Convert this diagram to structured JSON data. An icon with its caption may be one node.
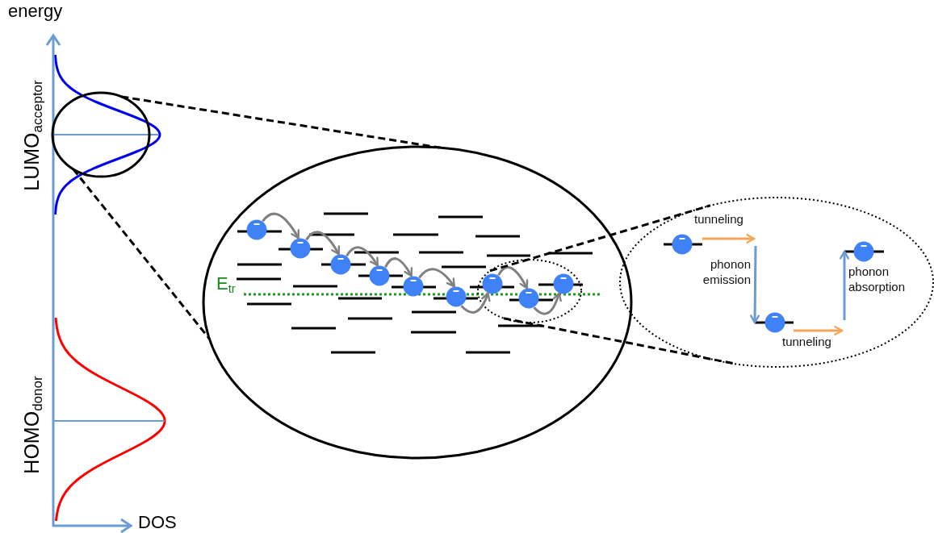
{
  "diagram": {
    "nodes": [
      {
        "text": [],
        "shape": "circle"
      },
      {
        "text": [],
        "shape": "circle"
      },
      {
        "text": [],
        "shape": "circle",
        "in": 1
      },
      {
        "text": [],
        "shape": "circle",
        "in": 1
      },
      {
        "text": [],
        "shape": "circle",
        "in": 1
      },
      {
        "text": [],
        "shape": "circle",
        "in": 1
      },
      {
        "text": [],
        "shape": "circle",
        "in": 1
      },
      {
        "text": [],
        "shape": "circle",
        "in": 1
      },
      {
        "text": [],
        "shape": "circle",
        "in": 1
      },
      {
        "text": [],
        "shape": "circle",
        "in": 8
      },
      {
        "text": [],
        "shape": "circle",
        "in": 8
      },
      {
        "text": [],
        "shape": "circle",
        "in": 8
      },
      {
        "text": [],
        "shape": "circle"
      },
      {
        "text": [],
        "shape": "circle",
        "in": 12
      },
      {
        "text": [],
        "shape": "circle",
        "in": 12
      },
      {
        "text": [],
        "shape": "circle",
        "in": 12
      }
    ],
    "edges": [
      {
        "from": 0,
        "to": 1,
        "arrow": "none",
        "style": "dashed",
        "color": "#000000"
      },
      {
        "from": 0,
        "to": 1,
        "arrow": "none",
        "style": "dashed",
        "color": "#000000"
      },
      {
        "from": 2,
        "to": 3,
        "arrow": "to"
      },
      {
        "from": 3,
        "to": 4,
        "arrow": "to"
      },
      {
        "from": 4,
        "to": 5,
        "arrow": "to"
      },
      {
        "from": 5,
        "to": 6,
        "arrow": "to"
      },
      {
        "from": 6,
        "to": 7,
        "arrow": "to"
      },
      {
        "from": 7,
        "to": 9,
        "arrow": "to"
      },
      {
        "from": 9,
        "to": 10,
        "arrow": "to"
      },
      {
        "from": 10,
        "to": 11,
        "arrow": "to"
      },
      {
        "from": 8,
        "to": 12,
        "arrow": "none",
        "style": "dashed",
        "color": "#000000"
      },
      {
        "from": 8,
        "to": 12,
        "arrow": "none",
        "style": "dashed",
        "color": "#000000"
      },
      {
        "from": 13,
        "to": null,
        "arrow": "to",
        "label": "tunneling",
        "color": "#f5a55a"
      },
      {
        "from": null,
        "to": 14,
        "arrow": "to",
        "label": "phonon emission",
        "color": "#6a9bd1"
      },
      {
        "from": 14,
        "to": null,
        "arrow": "to",
        "label": "tunneling",
        "color": "#f5a55a"
      },
      {
        "from": null,
        "to": 15,
        "arrow": "to",
        "label": "phonon absorption",
        "color": "#6a9bd1"
      }
    ],
    "labels": [
      "energy",
      "LUMO$_{acceptor}$",
      "HOMO$_{donor}$",
      "DOS",
      "E$_{tr}$"
    ]
  }
}
